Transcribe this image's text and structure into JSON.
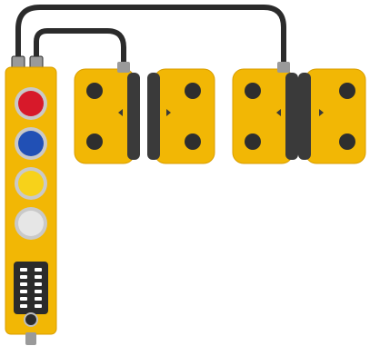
{
  "product": {
    "colors": {
      "housing": "#F2B705",
      "housing_dark": "#D99E00",
      "actuator": "#3A3A3A",
      "cable": "#2B2B2B",
      "screw": "#2E2E2E",
      "led_off": "#FFFFFF"
    },
    "buttons": [
      {
        "name": "red-pushbutton",
        "color": "#D7192A"
      },
      {
        "name": "blue-pushbutton",
        "color": "#2150B5"
      },
      {
        "name": "yellow-pushbutton",
        "color": "#F7D21A"
      },
      {
        "name": "white-pushbutton",
        "color": "#E6E6E6"
      }
    ],
    "diagnostic_panel": {
      "led_rows": 6,
      "led_cols": 2
    },
    "modules": [
      {
        "name": "safety-switch-1"
      },
      {
        "name": "safety-switch-2"
      }
    ]
  }
}
